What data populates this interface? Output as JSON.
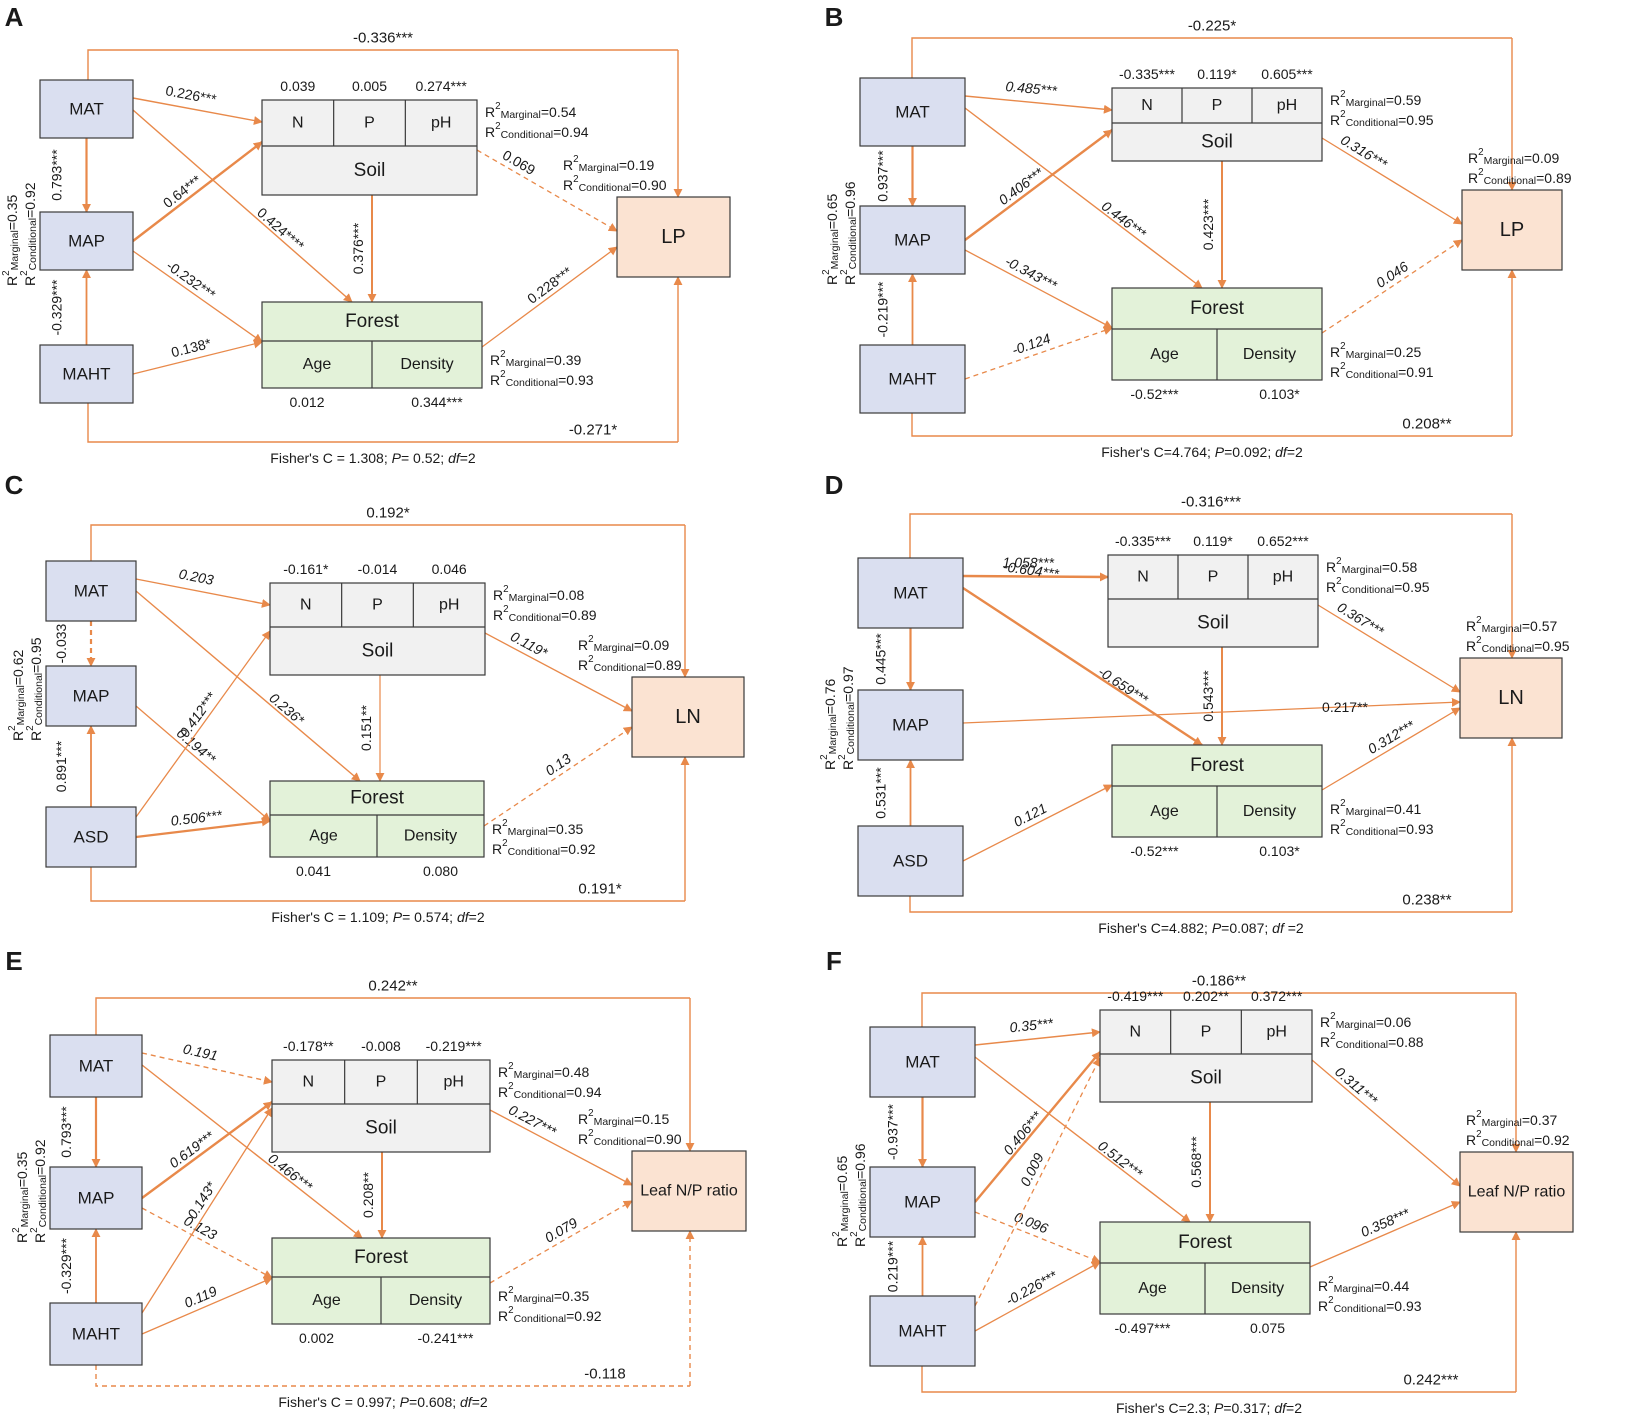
{
  "colors": {
    "arrow": "#e8894a",
    "climate_box": "#dadff0",
    "target_box": "#fbe3d2",
    "soil_box": "#f1f1f1",
    "forest_box": "#e3f2d9",
    "outline": "#3a3a3a"
  },
  "panels": [
    {
      "letter": "A",
      "target": "LP",
      "climate": [
        "MAT",
        "MAP",
        "MAHT"
      ],
      "soil": {
        "title": "Soil",
        "cells": [
          "N",
          "P",
          "pH"
        ],
        "coefs": [
          "0.039",
          "0.005",
          "0.274***"
        ],
        "r2_marginal": "0.54",
        "r2_conditional": "0.94"
      },
      "forest": {
        "title": "Forest",
        "cells": [
          "Age",
          "Density"
        ],
        "coefs": [
          "0.012",
          "0.344***"
        ],
        "r2_marginal": "0.39",
        "r2_conditional": "0.93"
      },
      "target_r2": {
        "marginal": "0.19",
        "conditional": "0.90"
      },
      "map_r2": {
        "marginal": "0.35",
        "conditional": "0.92"
      },
      "top_path": "-0.336***",
      "bottom_path": "-0.271*",
      "paths": {
        "mat_soil": "0.226***",
        "mat_map": "0.793***",
        "map_soil": "0.64***",
        "mat_forest": "0.424****",
        "soil_forest": "0.376***",
        "map_forest": "-0.232***",
        "bottom_map": "-0.329***",
        "bottom_forest": "0.138*",
        "soil_target": "0.069",
        "forest_target": "0.228***"
      },
      "fisher": {
        "prefix": "Fisher's C = 1.308; ",
        "P": "P",
        "pval": "= 0.52; ",
        "df": "df",
        "dfval": "=2"
      }
    },
    {
      "letter": "B",
      "target": "LP",
      "climate": [
        "MAT",
        "MAP",
        "MAHT"
      ],
      "soil": {
        "title": "Soil",
        "cells": [
          "N",
          "P",
          "pH"
        ],
        "coefs": [
          "-0.335***",
          "0.119*",
          "0.605***"
        ],
        "r2_marginal": "0.59",
        "r2_conditional": "0.95"
      },
      "forest": {
        "title": "Forest",
        "cells": [
          "Age",
          "Density"
        ],
        "coefs": [
          "-0.52***",
          "0.103*"
        ],
        "r2_marginal": "0.25",
        "r2_conditional": "0.91"
      },
      "target_r2": {
        "marginal": "0.09",
        "conditional": "0.89"
      },
      "map_r2": {
        "marginal": "0.65",
        "conditional": "0.96"
      },
      "top_path": "-0.225*",
      "bottom_path": "0.208**",
      "paths": {
        "mat_soil": "0.485***",
        "mat_map": "0.937***",
        "map_soil": "0.406***",
        "mat_forest": "0.446***",
        "soil_forest": "0.423***",
        "map_forest": "-0.343***",
        "bottom_map": "-0.219***",
        "bottom_forest": "-0.124",
        "soil_target": "0.316***",
        "forest_target": "0.046"
      },
      "fisher": {
        "prefix": "Fisher's C=4.764; ",
        "P": "P",
        "pval": "=0.092; ",
        "df": "df",
        "dfval": "=2"
      }
    },
    {
      "letter": "C",
      "target": "LN",
      "climate": [
        "MAT",
        "MAP",
        "ASD"
      ],
      "soil": {
        "title": "Soil",
        "cells": [
          "N",
          "P",
          "pH"
        ],
        "coefs": [
          "-0.161*",
          "-0.014",
          "0.046"
        ],
        "r2_marginal": "0.08",
        "r2_conditional": "0.89"
      },
      "forest": {
        "title": "Forest",
        "cells": [
          "Age",
          "Density"
        ],
        "coefs": [
          "0.041",
          "0.080"
        ],
        "r2_marginal": "0.35",
        "r2_conditional": "0.92"
      },
      "target_r2": {
        "marginal": "0.09",
        "conditional": "0.89"
      },
      "map_r2": {
        "marginal": "0.62",
        "conditional": "0.95"
      },
      "top_path": "0.192*",
      "bottom_path": "0.191*",
      "paths": {
        "mat_soil": "0.203",
        "mat_map": "-0.033",
        "bottom_soil": "0.412***",
        "mat_forest": "0.236*",
        "soil_forest": "0.151**",
        "map_forest": "0.194**",
        "bottom_map": "0.891***",
        "bottom_forest": "0.506***",
        "soil_target": "0.119*",
        "forest_target": "0.13"
      },
      "fisher": {
        "prefix": "Fisher's C = 1.109; ",
        "P": "P",
        "pval": "= 0.574; ",
        "df": "df",
        "dfval": "=2"
      }
    },
    {
      "letter": "D",
      "target": "LN",
      "climate": [
        "MAT",
        "MAP",
        "ASD"
      ],
      "soil": {
        "title": "Soil",
        "cells": [
          "N",
          "P",
          "pH"
        ],
        "coefs": [
          "-0.335***",
          "0.119*",
          "0.652***"
        ],
        "r2_marginal": "0.58",
        "r2_conditional": "0.95"
      },
      "forest": {
        "title": "Forest",
        "cells": [
          "Age",
          "Density"
        ],
        "coefs": [
          "-0.52***",
          "0.103*"
        ],
        "r2_marginal": "0.41",
        "r2_conditional": "0.93"
      },
      "target_r2": {
        "marginal": "0.57",
        "conditional": "0.95"
      },
      "map_r2": {
        "marginal": "0.76",
        "conditional": "0.97"
      },
      "top_path": "-0.316***",
      "bottom_path": "0.238**",
      "paths": {
        "mat_soil": "1.058***",
        "mat_map": "0.445***",
        "mat_forest": "-0.659***",
        "mat_note": "-0.604***",
        "soil_forest": "0.543***",
        "map_target": "0.217**",
        "bottom_map": "0.531***",
        "bottom_forest": "0.121",
        "soil_target": "0.367***",
        "forest_target": "0.312***"
      },
      "fisher": {
        "prefix": "Fisher's C=4.882; ",
        "P": "P",
        "pval": "=0.087; ",
        "df": "df",
        "dfval": " =2"
      }
    },
    {
      "letter": "E",
      "target": "Leaf N/P ratio",
      "climate": [
        "MAT",
        "MAP",
        "MAHT"
      ],
      "soil": {
        "title": "Soil",
        "cells": [
          "N",
          "P",
          "pH"
        ],
        "coefs": [
          "-0.178**",
          "-0.008",
          "-0.219***"
        ],
        "r2_marginal": "0.48",
        "r2_conditional": "0.94"
      },
      "forest": {
        "title": "Forest",
        "cells": [
          "Age",
          "Density"
        ],
        "coefs": [
          "0.002",
          "-0.241***"
        ],
        "r2_marginal": "0.35",
        "r2_conditional": "0.92"
      },
      "target_r2": {
        "marginal": "0.15",
        "conditional": "0.90"
      },
      "map_r2": {
        "marginal": "0.35",
        "conditional": "0.92"
      },
      "top_path": "0.242**",
      "bottom_path": "-0.118",
      "paths": {
        "mat_soil": "0.191",
        "mat_map": "0.793***",
        "map_soil": "0.619***",
        "bottom_soil": "0.143*",
        "mat_forest": "0.466***",
        "soil_forest": "0.208**",
        "map_forest": "0.123",
        "bottom_map": "-0.329***",
        "bottom_forest": "0.119",
        "soil_target": "0.227***",
        "forest_target": "0.079"
      },
      "fisher": {
        "prefix": "Fisher's C = 0.997; ",
        "P": "P",
        "pval": "=0.608; ",
        "df": "df",
        "dfval": "=2"
      }
    },
    {
      "letter": "F",
      "target": "Leaf N/P ratio",
      "climate": [
        "MAT",
        "MAP",
        "MAHT"
      ],
      "soil": {
        "title": "Soil",
        "cells": [
          "N",
          "P",
          "pH"
        ],
        "coefs": [
          "-0.419***",
          "0.202**",
          "0.372***"
        ],
        "r2_marginal": "0.06",
        "r2_conditional": "0.88"
      },
      "forest": {
        "title": "Forest",
        "cells": [
          "Age",
          "Density"
        ],
        "coefs": [
          "-0.497***",
          "0.075"
        ],
        "r2_marginal": "0.44",
        "r2_conditional": "0.93"
      },
      "target_r2": {
        "marginal": "0.37",
        "conditional": "0.92"
      },
      "map_r2": {
        "marginal": "0.65",
        "conditional": "0.96"
      },
      "top_path": "-0.186**",
      "bottom_path": "0.242***",
      "paths": {
        "mat_soil": "0.35***",
        "mat_map": "-0.937***",
        "map_soil": "0.406***",
        "bottom_soil": "0.009",
        "mat_forest": "0.512***",
        "soil_forest": "0.568***",
        "map_forest": "0.096",
        "bottom_map": "0.219***",
        "bottom_forest": "-0.226***",
        "soil_target": "0.311***",
        "forest_target": "0.358***"
      },
      "fisher": {
        "prefix": "Fisher's C=2.3; ",
        "P": "P",
        "pval": "=0.317; ",
        "df": "df",
        "dfval": "=2"
      }
    }
  ]
}
